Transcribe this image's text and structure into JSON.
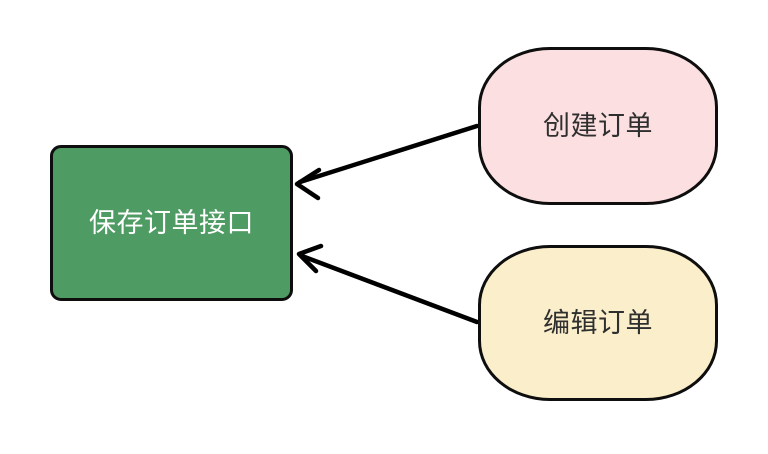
{
  "diagram": {
    "type": "flowchart",
    "direction": "right-to-left",
    "background_color": "#ffffff",
    "nodes": [
      {
        "id": "save",
        "label": "保存订单接口",
        "shape": "rounded-rectangle",
        "fill": "#4f9b64",
        "stroke": "#0e0e0e",
        "text_color": "#ffffff"
      },
      {
        "id": "create",
        "label": "创建订单",
        "shape": "stadium",
        "fill": "#fcdfe0",
        "stroke": "#0e0e0e",
        "text_color": "#2f2f2f"
      },
      {
        "id": "edit",
        "label": "编辑订单",
        "shape": "stadium",
        "fill": "#fbeeca",
        "stroke": "#0e0e0e",
        "text_color": "#2f2f2f"
      }
    ],
    "edges": [
      {
        "id": "create-to-save",
        "from": "create",
        "to": "save",
        "label": "",
        "arrowhead": "open-v",
        "stroke": "#000000"
      },
      {
        "id": "edit-to-save",
        "from": "edit",
        "to": "save",
        "label": "",
        "arrowhead": "open-v",
        "stroke": "#000000"
      }
    ]
  }
}
